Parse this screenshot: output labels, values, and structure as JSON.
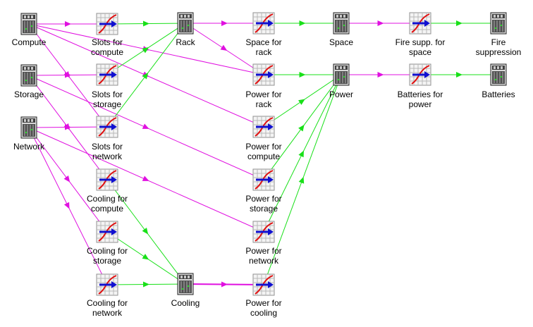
{
  "colors": {
    "flow_magenta": "#e010e0",
    "flow_green": "#18e018",
    "chart_red": "#e01010",
    "chart_blue": "#1010d0"
  },
  "nodes": [
    {
      "id": "compute",
      "kind": "server",
      "label": [
        "Compute"
      ]
    },
    {
      "id": "storage",
      "kind": "server",
      "label": [
        "Storage"
      ]
    },
    {
      "id": "network",
      "kind": "server",
      "label": [
        "Network"
      ]
    },
    {
      "id": "slots_compute",
      "kind": "conversion",
      "label": [
        "Slots for",
        "compute"
      ]
    },
    {
      "id": "slots_storage",
      "kind": "conversion",
      "label": [
        "Slots for",
        "storage"
      ]
    },
    {
      "id": "slots_network",
      "kind": "conversion",
      "label": [
        "Slots for",
        "network"
      ]
    },
    {
      "id": "cooling_compute",
      "kind": "conversion",
      "label": [
        "Cooling for",
        "compute"
      ]
    },
    {
      "id": "cooling_storage",
      "kind": "conversion",
      "label": [
        "Cooling for",
        "storage"
      ]
    },
    {
      "id": "cooling_network",
      "kind": "conversion",
      "label": [
        "Cooling for",
        "network"
      ]
    },
    {
      "id": "rack",
      "kind": "server",
      "label": [
        "Rack"
      ]
    },
    {
      "id": "cooling",
      "kind": "server",
      "label": [
        "Cooling"
      ]
    },
    {
      "id": "space_rack",
      "kind": "conversion",
      "label": [
        "Space for",
        "rack"
      ]
    },
    {
      "id": "power_rack",
      "kind": "conversion",
      "label": [
        "Power for",
        "rack"
      ]
    },
    {
      "id": "power_compute",
      "kind": "conversion",
      "label": [
        "Power for",
        "compute"
      ]
    },
    {
      "id": "power_storage",
      "kind": "conversion",
      "label": [
        "Power for",
        "storage"
      ]
    },
    {
      "id": "power_network",
      "kind": "conversion",
      "label": [
        "Power for",
        "network"
      ]
    },
    {
      "id": "power_cooling",
      "kind": "conversion",
      "label": [
        "Power for",
        "cooling"
      ]
    },
    {
      "id": "space",
      "kind": "server",
      "label": [
        "Space"
      ]
    },
    {
      "id": "power",
      "kind": "server",
      "label": [
        "Power"
      ]
    },
    {
      "id": "fire_supp_space",
      "kind": "conversion",
      "label": [
        "Fire supp. for",
        "space"
      ]
    },
    {
      "id": "batteries_power",
      "kind": "conversion",
      "label": [
        "Batteries for",
        "power"
      ]
    },
    {
      "id": "fire_suppression",
      "kind": "server",
      "label": [
        "Fire",
        "suppression"
      ]
    },
    {
      "id": "batteries",
      "kind": "server",
      "label": [
        "Batteries"
      ]
    }
  ],
  "edges": [
    {
      "from": "compute",
      "to": "slots_compute",
      "color": "magenta"
    },
    {
      "from": "compute",
      "to": "slots_network",
      "color": "magenta"
    },
    {
      "from": "compute",
      "to": "power_rack",
      "color": "magenta"
    },
    {
      "from": "compute",
      "to": "power_compute",
      "color": "magenta"
    },
    {
      "from": "storage",
      "to": "slots_storage",
      "color": "magenta"
    },
    {
      "from": "storage",
      "to": "power_storage",
      "color": "magenta"
    },
    {
      "from": "storage",
      "to": "cooling_compute",
      "color": "magenta"
    },
    {
      "from": "network",
      "to": "slots_network",
      "color": "magenta"
    },
    {
      "from": "network",
      "to": "power_network",
      "color": "magenta"
    },
    {
      "from": "network",
      "to": "cooling_storage",
      "color": "magenta"
    },
    {
      "from": "network",
      "to": "cooling_network",
      "color": "magenta"
    },
    {
      "from": "slots_compute",
      "to": "rack",
      "color": "green"
    },
    {
      "from": "slots_storage",
      "to": "rack",
      "color": "green"
    },
    {
      "from": "slots_network",
      "to": "rack",
      "color": "green"
    },
    {
      "from": "cooling_compute",
      "to": "cooling",
      "color": "green"
    },
    {
      "from": "cooling_storage",
      "to": "cooling",
      "color": "green"
    },
    {
      "from": "cooling_network",
      "to": "cooling",
      "color": "green"
    },
    {
      "from": "rack",
      "to": "space_rack",
      "color": "magenta"
    },
    {
      "from": "rack",
      "to": "power_rack",
      "color": "magenta"
    },
    {
      "from": "cooling",
      "to": "power_cooling",
      "color": "magenta"
    },
    {
      "from": "space_rack",
      "to": "space",
      "color": "green"
    },
    {
      "from": "power_rack",
      "to": "power",
      "color": "green"
    },
    {
      "from": "power_compute",
      "to": "power",
      "color": "green"
    },
    {
      "from": "power_storage",
      "to": "power",
      "color": "green"
    },
    {
      "from": "power_network",
      "to": "power",
      "color": "green"
    },
    {
      "from": "power_cooling",
      "to": "power",
      "color": "green"
    },
    {
      "from": "space",
      "to": "fire_supp_space",
      "color": "magenta"
    },
    {
      "from": "power",
      "to": "batteries_power",
      "color": "magenta"
    },
    {
      "from": "fire_supp_space",
      "to": "fire_suppression",
      "color": "green"
    },
    {
      "from": "batteries_power",
      "to": "batteries",
      "color": "green"
    }
  ]
}
